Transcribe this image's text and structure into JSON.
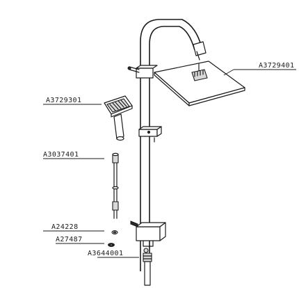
{
  "parts": [
    {
      "id": "overhead-shower",
      "code": "A3729401"
    },
    {
      "id": "hand-shower",
      "code": "A3729301"
    },
    {
      "id": "hose",
      "code": "A3037401"
    },
    {
      "id": "washer",
      "code": "A24228"
    },
    {
      "id": "seal",
      "code": "A27487"
    },
    {
      "id": "connector",
      "code": "A3644001"
    }
  ]
}
